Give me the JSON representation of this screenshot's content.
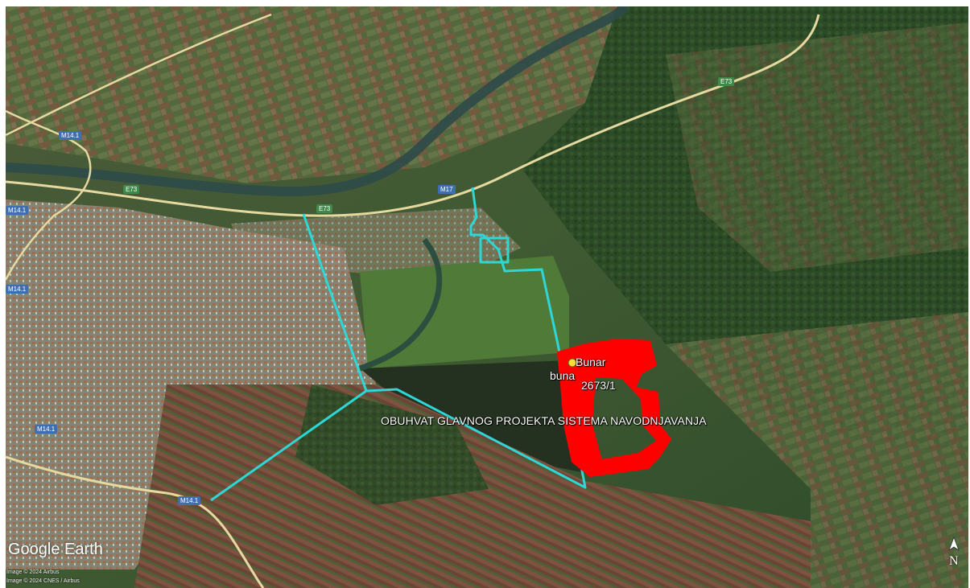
{
  "map": {
    "project_label": "OBUHVAT GLAVNOG PROJEKTA SISTEMA NAVODNJAVANJA",
    "well_label": "Bunar",
    "well_label_short": "buna",
    "parcel_label": "2673/1",
    "road_shields": [
      "M14.1",
      "E73",
      "E73",
      "M17",
      "M14.1",
      "M14.1",
      "M14.1",
      "M14.1",
      "E73"
    ],
    "boundary_color": "#2fd6d6",
    "parcel_color": "#ff0000",
    "pin_color": "#f5e03a"
  },
  "overlay": {
    "brand": "Google Earth",
    "credit_line_1": "Image © 2024 Airbus",
    "credit_line_2": "Image © 2024 CNES / Airbus",
    "north_letter": "N"
  }
}
